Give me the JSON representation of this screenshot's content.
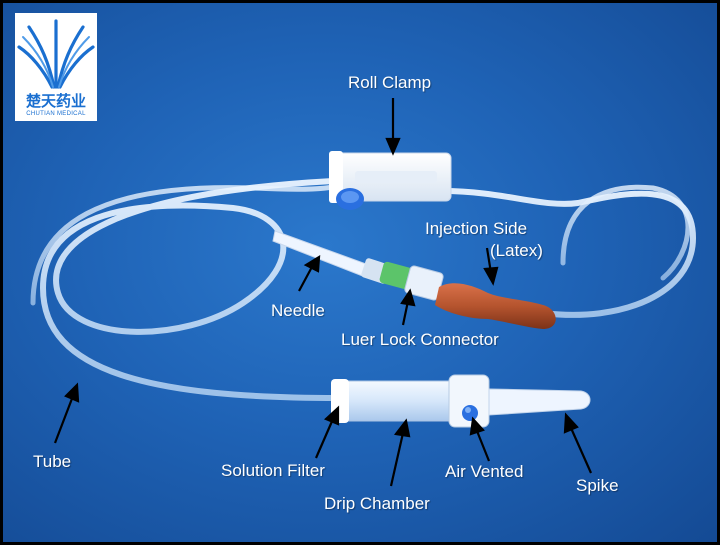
{
  "logo": {
    "chinese_name": "楚天药业",
    "english_name": "CHUTIAN MEDICAL"
  },
  "labels": {
    "roll_clamp": "Roll Clamp",
    "injection_side": "Injection Side",
    "injection_side_material": "(Latex)",
    "needle": "Needle",
    "luer_lock_connector": "Luer Lock Connector",
    "tube": "Tube",
    "solution_filter": "Solution Filter",
    "drip_chamber": "Drip Chamber",
    "air_vented": "Air Vented",
    "spike": "Spike"
  },
  "colors": {
    "background": "#1f63b6",
    "label_text": "#ffffff",
    "arrow": "#000000",
    "latex_port": "#b5542e",
    "luer_connector": "#5cc46a",
    "clamp_wheel": "#2a6fe0"
  }
}
